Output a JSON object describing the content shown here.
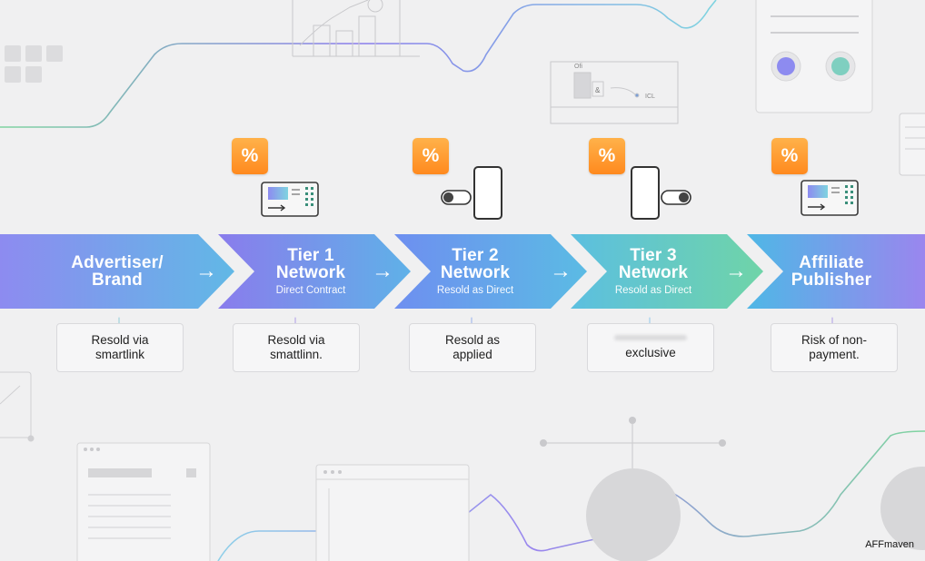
{
  "steps": [
    {
      "title": "Advertiser/ Brand",
      "subtitle": "",
      "note": "Resold via smartlink"
    },
    {
      "title": "Tier 1 Network",
      "subtitle": "Direct Contract",
      "note": "Resold via smattlinn."
    },
    {
      "title": "Tier 2 Network",
      "subtitle": "Resold as Direct",
      "note": "Resold as applied"
    },
    {
      "title": "Tier 3 Network",
      "subtitle": "Resold as Direct",
      "note": "exclusive"
    },
    {
      "title": "Affiliate Publisher",
      "subtitle": "",
      "note": "Risk of non-payment."
    }
  ],
  "icons": {
    "percent_symbol": "%",
    "flow_arrow": "→",
    "down_arrow": "↓"
  },
  "background_labels": {
    "panel_a": "Ofi",
    "panel_b": "&",
    "panel_c": "ICL"
  },
  "brand": "AFFmaven",
  "colors": {
    "chevron_1": [
      "#8d8bf0",
      "#61b8e6"
    ],
    "chevron_2": [
      "#8a7cec",
      "#5fb1e8"
    ],
    "chevron_3": [
      "#6e8ff0",
      "#5bbbe4"
    ],
    "chevron_4": [
      "#5cbfe0",
      "#6fd4a8"
    ],
    "chevron_5": [
      "#4fb7e6",
      "#9a86ee"
    ],
    "accent_orange": "#ff9a2e",
    "line_gradient": [
      "#7fd4a0",
      "#8a7cec"
    ]
  }
}
